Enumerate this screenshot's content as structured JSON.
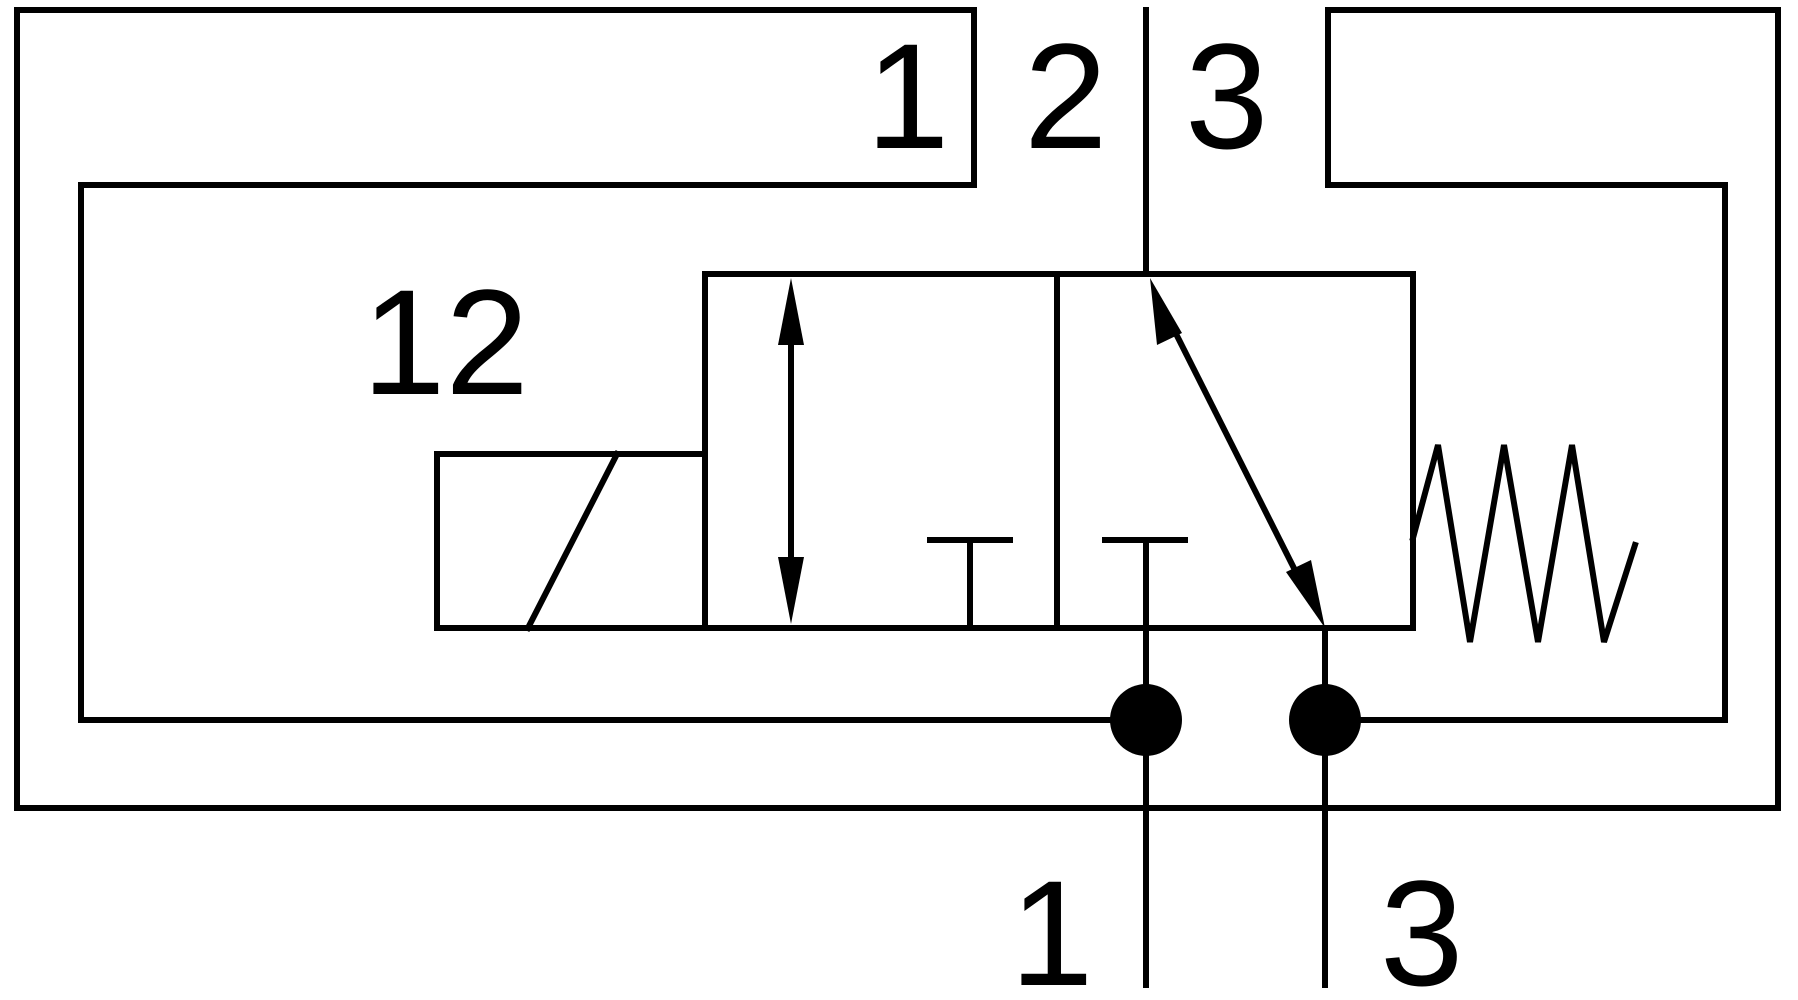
{
  "diagram": {
    "colors": {
      "line": "#000000",
      "background": "#ffffff"
    },
    "labels": {
      "top_port_1": "1",
      "top_port_2": "2",
      "top_port_3": "3",
      "pilot": "12",
      "bottom_port_1": "1",
      "bottom_port_3": "3"
    }
  }
}
